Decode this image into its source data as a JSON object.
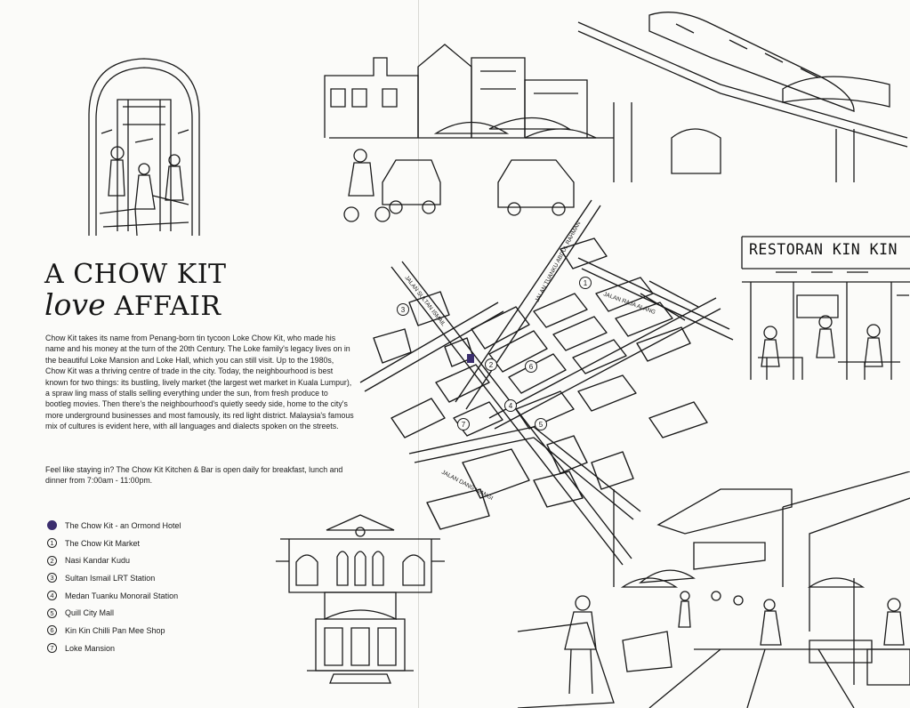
{
  "title": {
    "line1": "A CHOW KIT",
    "italic": "love",
    "line2_rest": "AFFAIR"
  },
  "intro": "Chow Kit takes its name from Penang-born tin tycoon Loke Chow Kit, who made his name and his money at the turn of the 20th Century. The Loke family's legacy lives on in the beautiful Loke Mansion and Loke Hall, which you can still visit. Up to the 1980s, Chow Kit was a thriving centre of trade in the city. Today, the neighbourhood is best known for two things: its bustling, lively market (the largest wet market in Kuala Lumpur), a spraw ling mass of stalls selling everything under the sun, from fresh produce to bootleg movies. Then there's the neighbourhood's quietly seedy side, home to the city's more underground businesses and most famously, its red light district. Malaysia's famous mix of cultures is evident here, with all languages and dialects spoken on the streets.",
  "stay": "Feel like staying in? The Chow Kit Kitchen & Bar is open daily for breakfast, lunch and dinner from 7:00am - 11:00pm.",
  "legend": [
    {
      "mark": "",
      "label": "The Chow Kit - an Ormond Hotel"
    },
    {
      "mark": "1",
      "label": "The Chow Kit Market"
    },
    {
      "mark": "2",
      "label": "Nasi Kandar Kudu"
    },
    {
      "mark": "3",
      "label": "Sultan Ismail LRT Station"
    },
    {
      "mark": "4",
      "label": "Medan Tuanku Monorail Station"
    },
    {
      "mark": "5",
      "label": "Quill City Mall"
    },
    {
      "mark": "6",
      "label": "Kin Kin Chilli Pan Mee Shop"
    },
    {
      "mark": "7",
      "label": "Loke Mansion"
    }
  ],
  "map": {
    "streets": {
      "sultan_ismail": "JALAN SULTAN ISMAIL",
      "tuanku_abdul_rahman": "JALAN TUANKU ABDUL RAHMAN",
      "raja_alang": "JALAN RAJA ALANG",
      "dang_wangi": "JALAN DANG WANGI"
    },
    "markers": [
      "1",
      "2",
      "3",
      "4",
      "5",
      "6",
      "7"
    ]
  },
  "sign": "RESTORAN KIN KIN",
  "colors": {
    "hotel_marker": "#3b2e6e",
    "ink": "#1a1a1a",
    "paper": "#fbfbf9"
  }
}
